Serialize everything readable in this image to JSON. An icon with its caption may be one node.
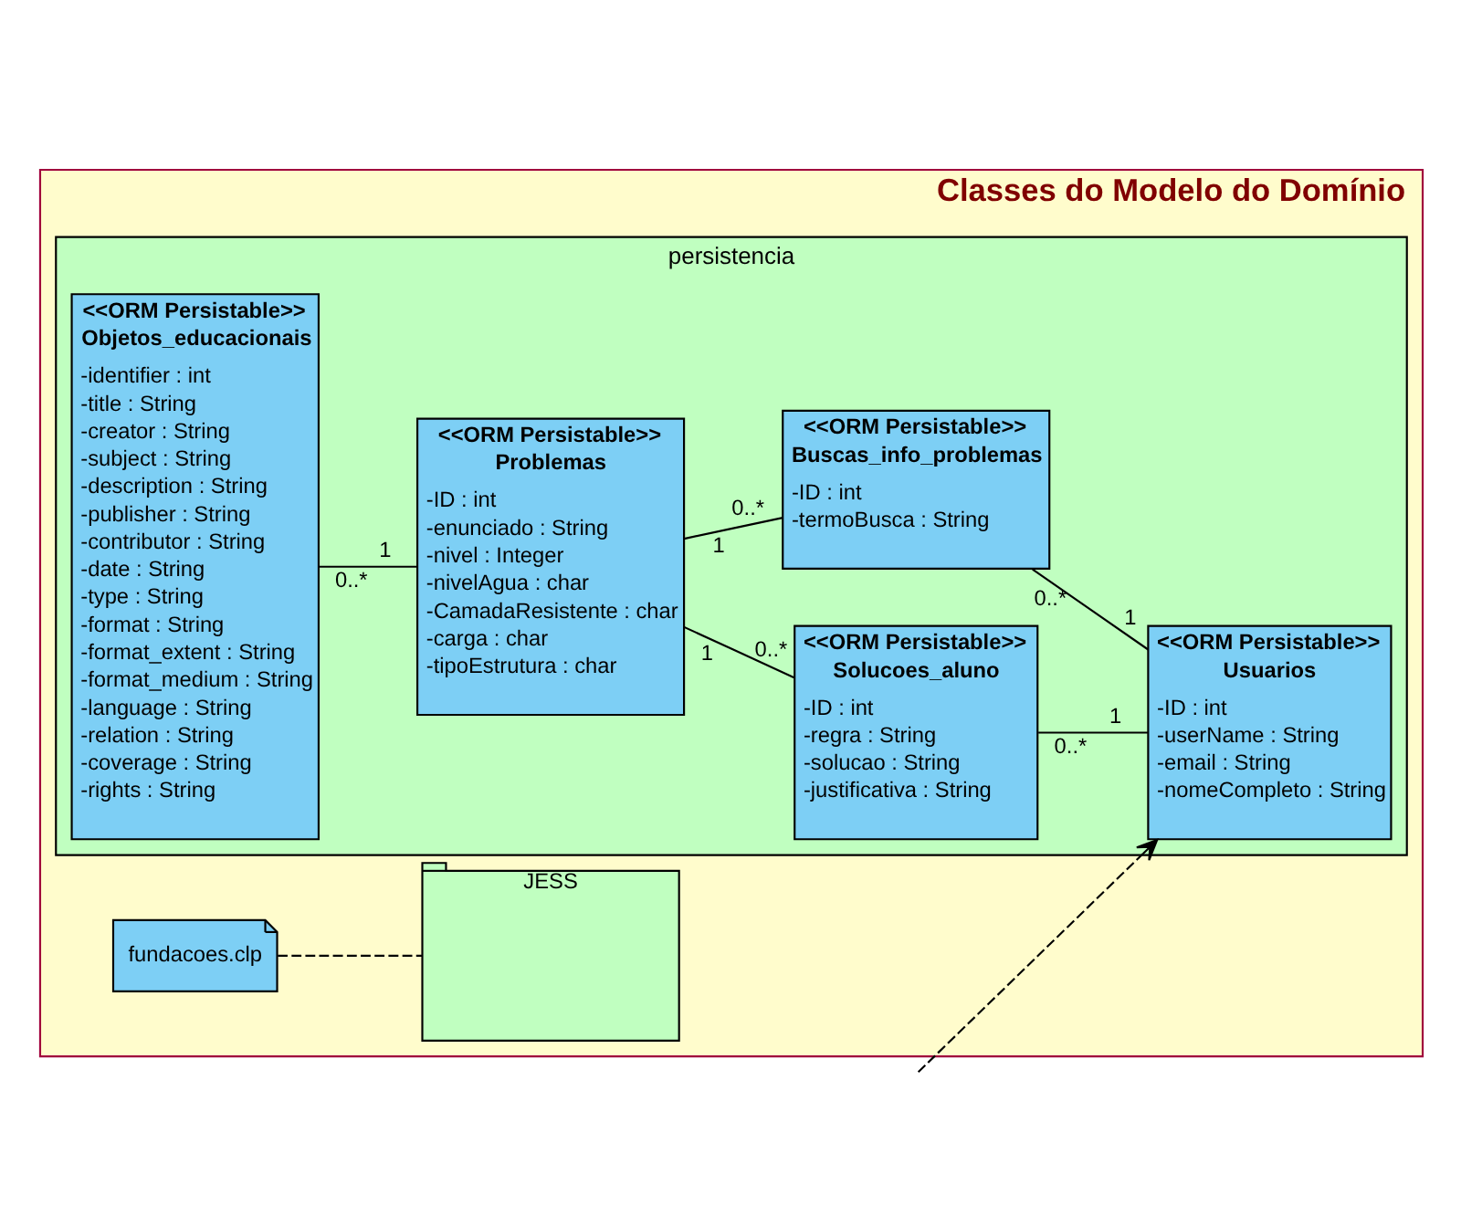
{
  "diagram": {
    "nodes": [
      {
        "text": [
          "Classes do Modelo do Domínio"
        ]
      },
      {
        "text": [
          "fundacoes.clp"
        ],
        "in": 0
      },
      {
        "text": [
          "JESS"
        ],
        "in": 0
      },
      {
        "text": [
          "persistencia"
        ],
        "in": 0
      },
      {
        "text": [
          "<<ORM Persistable>>",
          "Objetos_educacionais",
          "-identifier : int",
          "-title : String",
          "-creator : String",
          "-subject : String",
          "-description : String",
          "-publisher : String",
          "-contributor : String",
          "-date : String",
          "-type : String",
          "-format : String",
          "-format_extent : String",
          "-format_medium : String",
          "-language : String",
          "-relation : String",
          "-coverage : String",
          "-rights : String"
        ],
        "in": 3
      },
      {
        "text": [
          "<<ORM Persistable>>",
          "Problemas",
          "-ID : int",
          "-enunciado : String",
          "-nivel : Integer",
          "-nivelAgua : char",
          "-CamadaResistente : char",
          "-carga : char",
          "-tipoEstrutura : char"
        ],
        "in": 3
      },
      {
        "text": [
          "<<ORM Persistable>>",
          "Solucoes_aluno",
          "-ID : int",
          "-regra : String",
          "-solucao : String",
          "-justificativa : String"
        ],
        "in": 3
      },
      {
        "text": [
          "<<ORM Persistable>>",
          "Buscas_info_problemas",
          "-ID : int",
          "-termoBusca : String"
        ],
        "in": 3
      },
      {
        "text": [
          "<<ORM Persistable>>",
          "Usuarios",
          "-ID : int",
          "-userName : String",
          "-email : String",
          "-nomeCompleto : String"
        ],
        "in": 3
      }
    ],
    "edges": [
      {
        "from": 1,
        "to": 2,
        "arrow": "none",
        "style": "dashed"
      },
      {
        "from": 4,
        "to": 5,
        "arrow": "none"
      },
      {
        "from": 5,
        "to": 6,
        "arrow": "none"
      },
      {
        "from": 6,
        "to": 8,
        "arrow": "none"
      },
      {
        "from": 5,
        "to": 7,
        "arrow": "none"
      },
      {
        "from": 7,
        "to": 8,
        "arrow": "none"
      },
      {
        "from": null,
        "to": 8,
        "arrow": "to",
        "style": "dashed"
      }
    ],
    "labels": [
      "1",
      "0..*",
      "0..*",
      "1",
      "0..*",
      "1",
      "1",
      "0..*",
      "0..*",
      "1"
    ]
  }
}
